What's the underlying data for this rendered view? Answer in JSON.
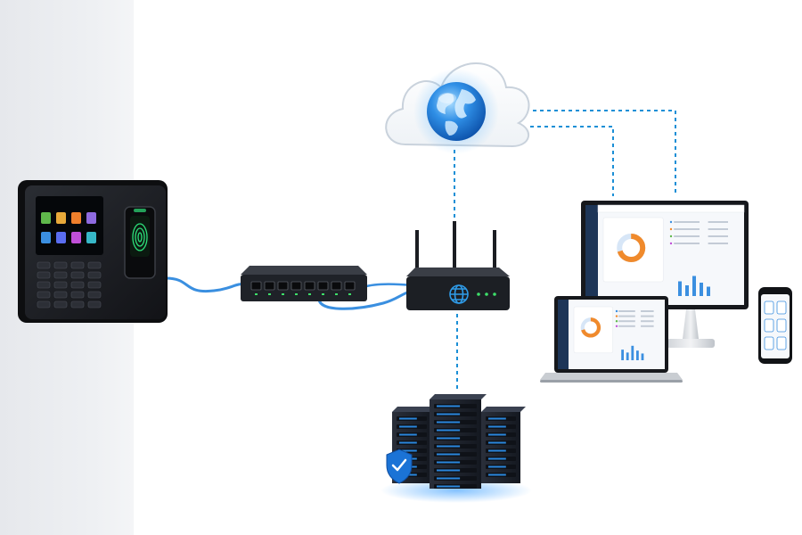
{
  "colors": {
    "accent": "#1b8fd6",
    "device_body": "#1c1e22",
    "fingerprint_green": "#2de07a",
    "led_green": "#3ee06a",
    "cable_blue": "#3a8fe0",
    "glow_blue": "#1e90ff"
  },
  "icons": [
    "cloud-icon",
    "globe-icon",
    "fingerprint-icon",
    "shield-check-icon",
    "network-switch-icon",
    "router-icon",
    "server-icon",
    "monitor-icon",
    "laptop-icon",
    "smartphone-icon"
  ],
  "device_screen": {
    "app_tile_colors": [
      "#5fb84b",
      "#e8a93a",
      "#f07f2c",
      "#8e6ae0",
      "#3b8fe0",
      "#5a6df0",
      "#c04fd8",
      "#37b7c7"
    ]
  },
  "keypad": {
    "rows": 5,
    "cols": 4
  },
  "switch": {
    "ports": 8
  },
  "router": {
    "antennas": 3,
    "leds": 3
  },
  "servers": {
    "racks": 3
  },
  "dashboard": {
    "bar_levels": [
      0.55,
      0.4,
      0.75,
      0.5,
      0.35
    ],
    "donut_share": 0.7
  }
}
